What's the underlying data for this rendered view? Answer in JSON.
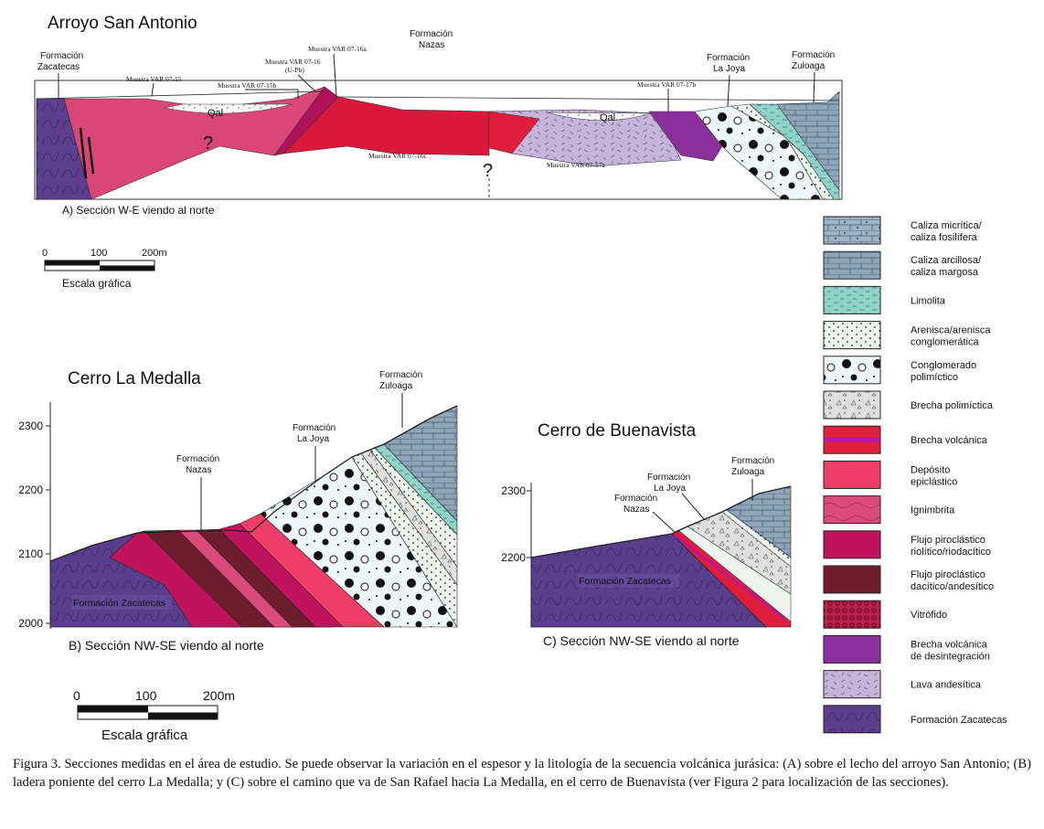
{
  "section_a": {
    "title": "Arroyo San Antonio",
    "caption": "A) Sección W-E viendo al norte",
    "formations": {
      "zacatecas": [
        "Formación",
        "Zacatecas"
      ],
      "nazas": [
        "Formación",
        "Nazas"
      ],
      "la_joya": [
        "Formación",
        "La Joya"
      ],
      "zuloaga": [
        "Formación",
        "Zuloaga"
      ]
    },
    "samples": {
      "s15": "Muestra VAR 07-15",
      "s15b": "Muestra VAR 07-15b",
      "s16": [
        "Muestra VAR 07-16",
        "(U-Pb)"
      ],
      "s16a": "Muestra VAR 07-16a",
      "s16c": "Muestra VAR 07-16c",
      "s17a": "Muestra VAR 07-17a",
      "s17b": "Muestra VAR 07-17b"
    },
    "qal": "Qal",
    "question": "?",
    "scale": {
      "ticks": [
        "0",
        "100",
        "200m"
      ],
      "label": "Escala gráfica"
    }
  },
  "section_b": {
    "title": "Cerro La Medalla",
    "caption": "B) Sección NW-SE viendo al norte",
    "y_ticks": [
      "2300",
      "2200",
      "2100",
      "2000"
    ],
    "formations": {
      "nazas": [
        "Formación",
        "Nazas"
      ],
      "la_joya": [
        "Formación",
        "La Joya"
      ],
      "zuloaga": [
        "Formación",
        "Zuloaga"
      ],
      "zacatecas": "Formación Zacatecas"
    },
    "scale": {
      "ticks": [
        "0",
        "100",
        "200m"
      ],
      "label": "Escala gráfica"
    }
  },
  "section_c": {
    "title": "Cerro de Buenavista",
    "caption": "C) Sección NW-SE viendo al norte",
    "y_ticks": [
      "2300",
      "2200"
    ],
    "formations": {
      "nazas": [
        "Formación",
        "Nazas"
      ],
      "la_joya": [
        "Formación",
        "La Joya"
      ],
      "zuloaga": [
        "Formación",
        "Zuloaga"
      ],
      "zacatecas": "Formación Zacatecas"
    }
  },
  "legend": [
    {
      "label": [
        "Caliza micrítica/",
        "caliza fosilífera"
      ],
      "color": "#9eb3c7",
      "pattern": "brick-dots"
    },
    {
      "label": [
        "Caliza arcillosa/",
        "caliza margosa"
      ],
      "color": "#8fa6b9",
      "pattern": "brick"
    },
    {
      "label": [
        "Limolita"
      ],
      "color": "#8fd3c9",
      "pattern": "dashes"
    },
    {
      "label": [
        "Arenisca/arenisca",
        "conglomerática"
      ],
      "color": "#eef5ef",
      "pattern": "dots"
    },
    {
      "label": [
        "Conglomerado",
        "polimíctico"
      ],
      "color": "#eef8fa",
      "pattern": "circles"
    },
    {
      "label": [
        "Brecha polimíctica"
      ],
      "color": "#dfdfdf",
      "pattern": "triangles"
    },
    {
      "label": [
        "Brecha volcánica"
      ],
      "color": "#e01e3c",
      "pattern": "band"
    },
    {
      "label": [
        "Depósito",
        "epiclástico"
      ],
      "color": "#ee3d66",
      "pattern": "none"
    },
    {
      "label": [
        "Ignimbrita"
      ],
      "color": "#dc4a7b",
      "pattern": "waves"
    },
    {
      "label": [
        "Flujo piroclástico",
        "riolítico/riodacítico"
      ],
      "color": "#c2145c",
      "pattern": "none"
    },
    {
      "label": [
        "Flujo piroclástico",
        "dacítico/andesítico"
      ],
      "color": "#6e1d2d",
      "pattern": "none"
    },
    {
      "label": [
        "Vitrófido"
      ],
      "color": "#c01e4c",
      "pattern": "rings"
    },
    {
      "label": [
        "Brecha volcánica",
        "de desintegración"
      ],
      "color": "#8b2f9c",
      "pattern": "none"
    },
    {
      "label": [
        "Lava andesítica"
      ],
      "color": "#c7b4db",
      "pattern": "ticks"
    },
    {
      "label": [
        "Formación Zacatecas"
      ],
      "color": "#5b3f8f",
      "pattern": "swirl"
    }
  ],
  "caption": "Figura 3. Secciones medidas en el área de estudio. Se puede observar la variación en el espesor y la litología de la secuencia volcánica jurásica: (A) sobre el lecho del arroyo San Antonio; (B) ladera poniente del cerro La Medalla; y (C) sobre el camino que va de San Rafael hacia La Medalla, en el cerro de Buenavista (ver Figura 2 para localización de las secciones)."
}
